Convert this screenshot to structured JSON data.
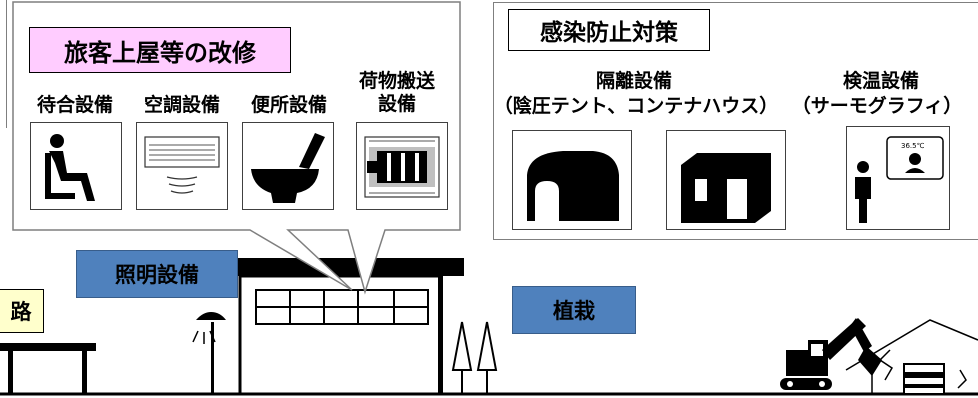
{
  "renovation": {
    "title": "旅客上屋等の改修",
    "items": [
      {
        "label": "待合設備",
        "icon": "waiting-seat-icon"
      },
      {
        "label": "空調設備",
        "icon": "air-conditioner-icon"
      },
      {
        "label": "便所設備",
        "icon": "toilet-icon"
      },
      {
        "label": "荷物搬送\n設備",
        "icon": "baggage-conveyor-icon"
      }
    ]
  },
  "infection": {
    "title": "感染防止対策",
    "isolation_label": "隔離設備",
    "isolation_sub": "（陰圧テント、コンテナハウス）",
    "temp_label": "検温設備",
    "temp_sub": "（サーモグラフィ）",
    "thermo_reading": "36.5℃"
  },
  "tags": {
    "lighting": "照明設備",
    "planting": "植栽",
    "road": "路"
  },
  "colors": {
    "title_bg": "#ffccff",
    "tag_blue": "#4f81bd",
    "road_tag": "#ffffcc"
  }
}
